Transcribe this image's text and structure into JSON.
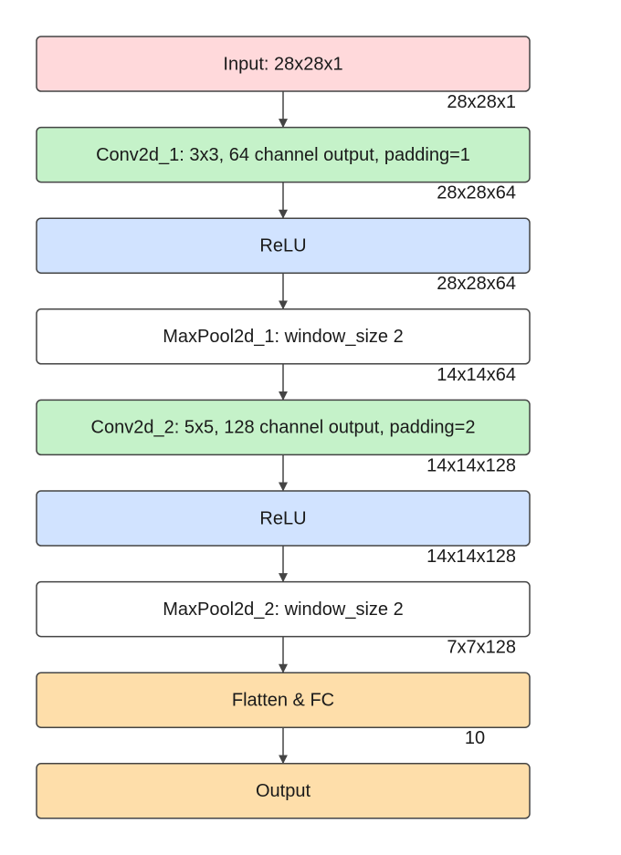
{
  "colors": {
    "pink": "#FFD9DB",
    "green": "#C5F2C9",
    "blue": "#D1E3FF",
    "white": "#FFFFFF",
    "orange": "#FEDEAA",
    "stroke": "#444444",
    "arrow": "#444444"
  },
  "nodes": [
    {
      "id": "input",
      "label": "Input: 28x28x1",
      "color": "pink"
    },
    {
      "id": "conv1",
      "label": "Conv2d_1: 3x3, 64 channel output, padding=1",
      "color": "green"
    },
    {
      "id": "relu1",
      "label": "ReLU",
      "color": "blue"
    },
    {
      "id": "pool1",
      "label": "MaxPool2d_1: window_size 2",
      "color": "white"
    },
    {
      "id": "conv2",
      "label": "Conv2d_2: 5x5, 128 channel output, padding=2",
      "color": "green"
    },
    {
      "id": "relu2",
      "label": "ReLU",
      "color": "blue"
    },
    {
      "id": "pool2",
      "label": "MaxPool2d_2: window_size 2",
      "color": "white"
    },
    {
      "id": "fc",
      "label": "Flatten & FC",
      "color": "orange"
    },
    {
      "id": "output",
      "label": "Output",
      "color": "orange"
    }
  ],
  "edges": [
    {
      "from": "input",
      "to": "conv1",
      "label": "28x28x1"
    },
    {
      "from": "conv1",
      "to": "relu1",
      "label": "28x28x64"
    },
    {
      "from": "relu1",
      "to": "pool1",
      "label": "28x28x64"
    },
    {
      "from": "pool1",
      "to": "conv2",
      "label": "14x14x64"
    },
    {
      "from": "conv2",
      "to": "relu2",
      "label": "14x14x128"
    },
    {
      "from": "relu2",
      "to": "pool2",
      "label": "14x14x128"
    },
    {
      "from": "pool2",
      "to": "fc",
      "label": "7x7x128"
    },
    {
      "from": "fc",
      "to": "output",
      "label": "10"
    }
  ]
}
